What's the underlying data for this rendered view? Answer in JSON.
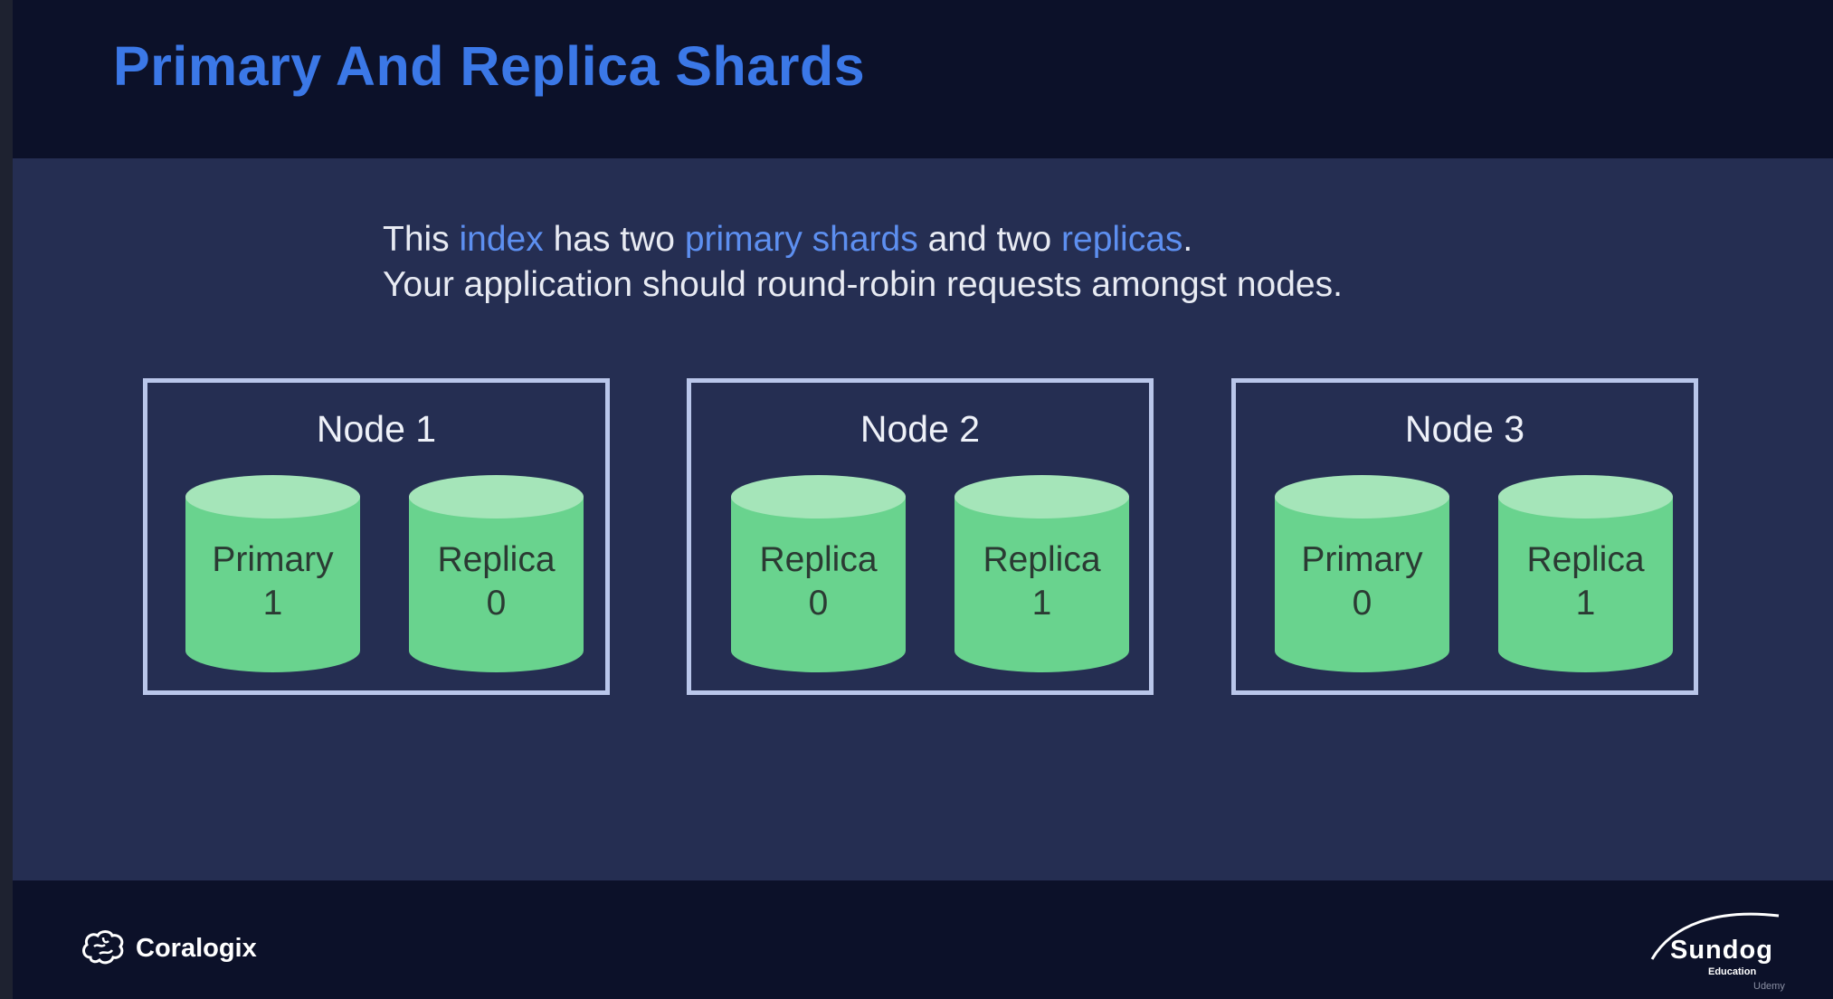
{
  "title": "Primary And Replica Shards",
  "intro": {
    "line1": {
      "t1": "This ",
      "h1": "index",
      "t2": " has two ",
      "h2": "primary shards",
      "t3": " and two ",
      "h3": "replicas",
      "t4": "."
    },
    "line2": "Your application should round-robin requests amongst nodes."
  },
  "nodes": [
    {
      "label": "Node 1",
      "shards": [
        {
          "type": "Primary",
          "id": "1"
        },
        {
          "type": "Replica",
          "id": "0"
        }
      ]
    },
    {
      "label": "Node 2",
      "shards": [
        {
          "type": "Replica",
          "id": "0"
        },
        {
          "type": "Replica",
          "id": "1"
        }
      ]
    },
    {
      "label": "Node 3",
      "shards": [
        {
          "type": "Primary",
          "id": "0"
        },
        {
          "type": "Replica",
          "id": "1"
        }
      ]
    }
  ],
  "footer": {
    "left_logo_text": "Coralogix",
    "left_logo_icon": "brain-icon",
    "right_logo_text": "Sundog",
    "right_logo_sub": "Education",
    "watermark": "Udemy"
  },
  "colors": {
    "title": "#3b78e7",
    "highlight": "#5d8ff0",
    "shard_body": "#69d38e",
    "shard_top": "#a5e5b9"
  }
}
